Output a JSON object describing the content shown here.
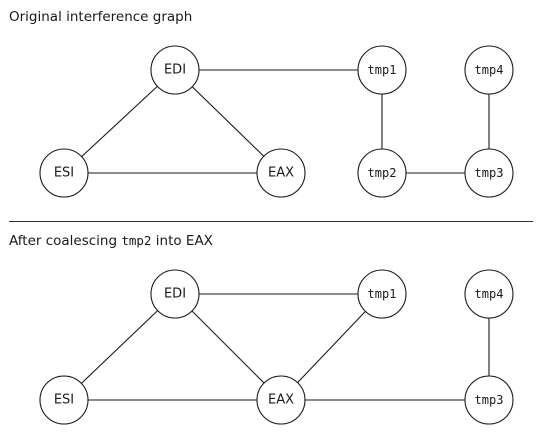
{
  "headings": {
    "original": "Original interference graph",
    "coalesced_prefix": "After coalescing ",
    "coalesced_code": "tmp2",
    "coalesced_suffix": " into EAX"
  },
  "graphs": [
    {
      "id": "original",
      "nodes": [
        {
          "id": "EDI",
          "label": "EDI",
          "kind": "register"
        },
        {
          "id": "ESI",
          "label": "ESI",
          "kind": "register"
        },
        {
          "id": "EAX",
          "label": "EAX",
          "kind": "register"
        },
        {
          "id": "tmp1",
          "label": "tmp1",
          "kind": "temporary"
        },
        {
          "id": "tmp2",
          "label": "tmp2",
          "kind": "temporary"
        },
        {
          "id": "tmp3",
          "label": "tmp3",
          "kind": "temporary"
        },
        {
          "id": "tmp4",
          "label": "tmp4",
          "kind": "temporary"
        }
      ],
      "edges": [
        [
          "EDI",
          "ESI"
        ],
        [
          "EDI",
          "EAX"
        ],
        [
          "ESI",
          "EAX"
        ],
        [
          "EDI",
          "tmp1"
        ],
        [
          "tmp1",
          "tmp2"
        ],
        [
          "tmp2",
          "tmp3"
        ],
        [
          "tmp3",
          "tmp4"
        ]
      ]
    },
    {
      "id": "coalesced",
      "nodes": [
        {
          "id": "EDI",
          "label": "EDI",
          "kind": "register"
        },
        {
          "id": "ESI",
          "label": "ESI",
          "kind": "register"
        },
        {
          "id": "EAX",
          "label": "EAX",
          "kind": "register"
        },
        {
          "id": "tmp1",
          "label": "tmp1",
          "kind": "temporary"
        },
        {
          "id": "tmp3",
          "label": "tmp3",
          "kind": "temporary"
        },
        {
          "id": "tmp4",
          "label": "tmp4",
          "kind": "temporary"
        }
      ],
      "edges": [
        [
          "EDI",
          "ESI"
        ],
        [
          "EDI",
          "EAX"
        ],
        [
          "ESI",
          "EAX"
        ],
        [
          "EDI",
          "tmp1"
        ],
        [
          "EAX",
          "tmp1"
        ],
        [
          "EAX",
          "tmp3"
        ],
        [
          "tmp3",
          "tmp4"
        ]
      ]
    }
  ]
}
